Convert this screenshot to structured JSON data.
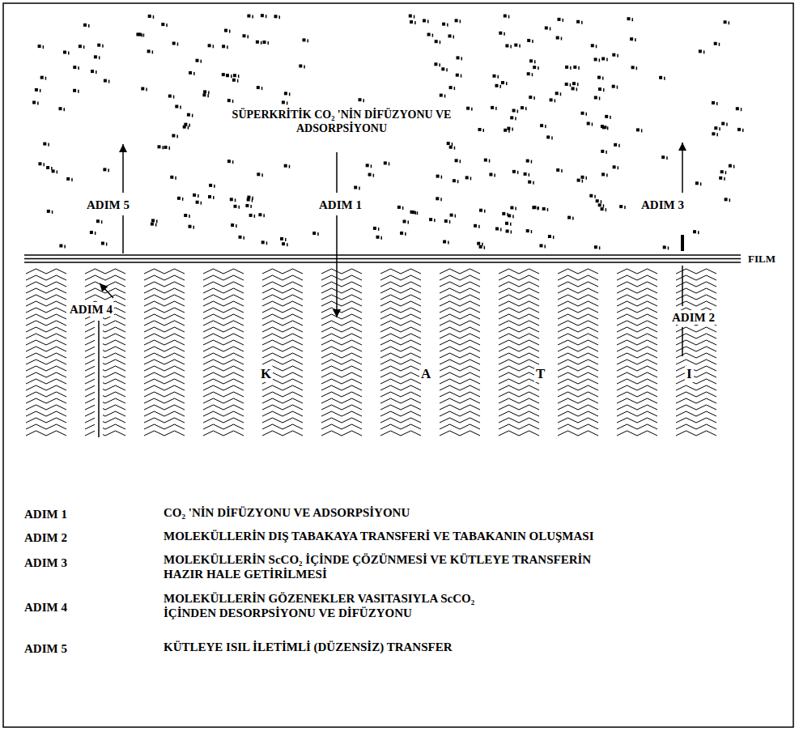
{
  "diagram": {
    "labels": [
      "SÜPERKRİTİK CO₂ 'NİN DİFÜZYONU VE ADSORPSİYONU",
      "ADIM 5",
      "ADIM 1",
      "ADIM 3",
      "FILM",
      "ADIM 4",
      "ADIM 2",
      "K",
      "A",
      "T",
      "I",
      "ADIM 1",
      "CO₂ 'NİN DİFÜZYONU VE ADSORPSİYONU",
      "ADIM 2",
      "MOLEKÜLLERİN DIŞ TABAKAYA TRANSFERİ VE TABAKANIN OLUŞMASI",
      "ADIM 3",
      "MOLEKÜLLERİN ScCO₂ İÇİNDE ÇÖZÜNMESİ VE KÜTLEYE TRANSFERİN HAZIR HALE GETİRİLMESİ",
      "ADIM 4",
      "MOLEKÜLLERİN GÖZENEKLER VASITASIYLA ScCO₂ İÇİNDEN DESORPSİYONU VE DİFÜZYONU",
      "ADIM 5",
      "KÜTLEYE ISIL İLETİMLİ (DÜZENSİZ) TRANSFER"
    ]
  }
}
